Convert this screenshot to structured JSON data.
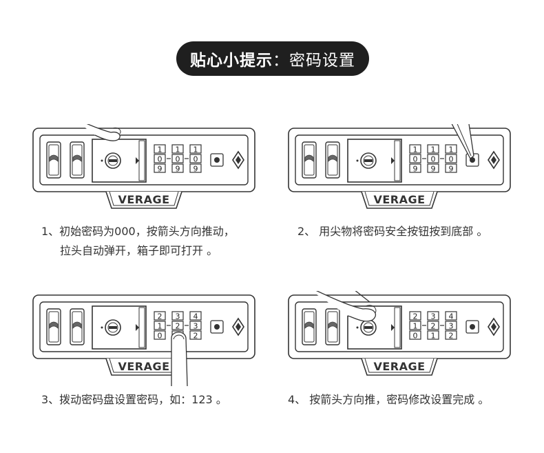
{
  "title": {
    "bold": "贴心小提示",
    "colon": "：",
    "rest": "密码设置"
  },
  "brand": "VERAGE",
  "steps": [
    {
      "lines": [
        "1、初始密码为000，按箭头方向推动，",
        "拉头自动弹开，箱子即可打开 。"
      ],
      "digits": [
        [
          "1",
          "1",
          "1"
        ],
        [
          "0",
          "0",
          "0"
        ],
        [
          "9",
          "9",
          "9"
        ]
      ]
    },
    {
      "lines": [
        "2、 用尖物将密码安全按钮按到底部 。"
      ],
      "digits": [
        [
          "1",
          "1",
          "1"
        ],
        [
          "0",
          "0",
          "0"
        ],
        [
          "9",
          "9",
          "9"
        ]
      ]
    },
    {
      "lines": [
        "3、拨动密码盘设置密码，如：123 。"
      ],
      "digits": [
        [
          "2",
          "3",
          "4"
        ],
        [
          "1",
          "2",
          "3"
        ],
        [
          "0",
          "1",
          "2"
        ]
      ]
    },
    {
      "lines": [
        "4、 按箭头方向推，密码修改设置完成 。"
      ],
      "digits": [
        [
          "2",
          "3",
          "4"
        ],
        [
          "1",
          "2",
          "3"
        ],
        [
          "0",
          "1",
          "2"
        ]
      ]
    }
  ]
}
